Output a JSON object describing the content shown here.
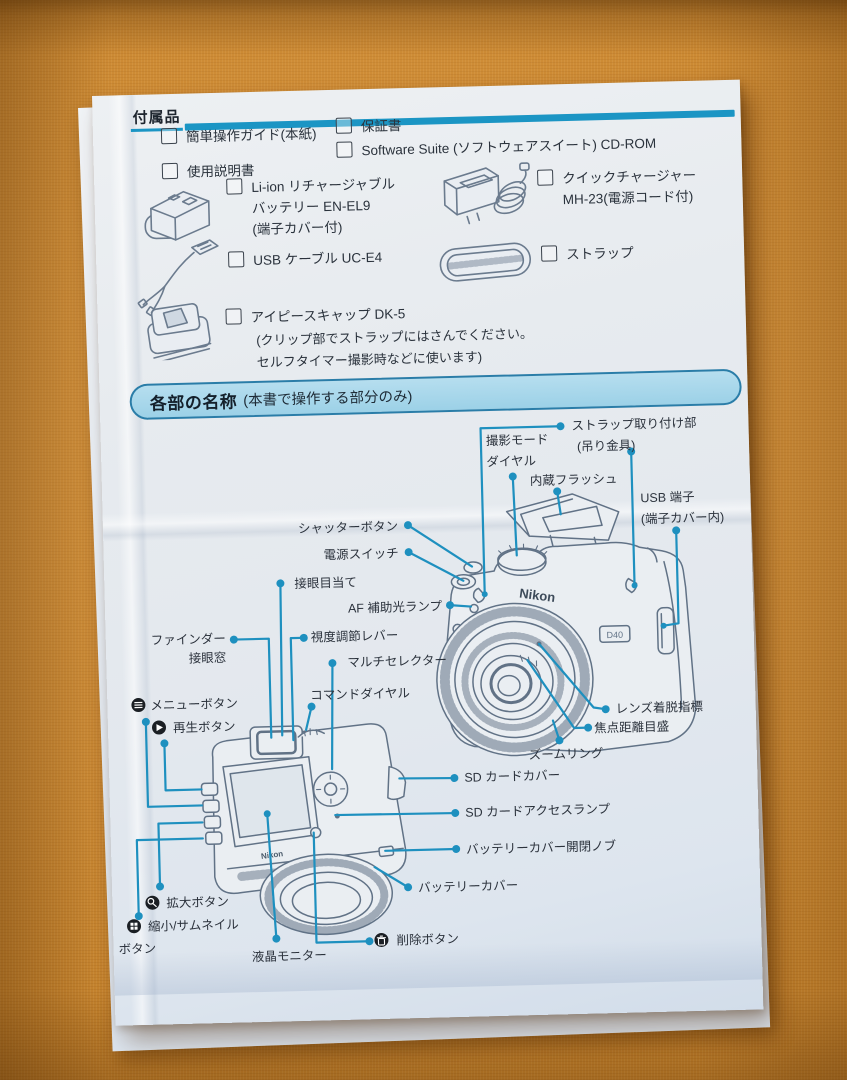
{
  "attachments": {
    "title": "付属品",
    "items": {
      "guide": "簡単操作ガイド(本紙)",
      "manual": "使用説明書",
      "warranty": "保証書",
      "software": "Software Suite (ソフトウェアスイート) CD-ROM",
      "battery1": "Li-ion リチャージャブル",
      "battery2": "バッテリー EN-EL9",
      "battery3": "(端子カバー付)",
      "charger1": "クイックチャージャー",
      "charger2": "MH-23(電源コード付)",
      "usb": "USB ケーブル UC-E4",
      "strap": "ストラップ",
      "eyepiece": "アイピースキャップ DK-5",
      "eyepiece_note1": "(クリップ部でストラップにはさんでください。",
      "eyepiece_note2": "セルフタイマー撮影時などに使います)"
    }
  },
  "parts_section": {
    "title": "各部の名称",
    "subtitle": "(本書で操作する部分のみ)"
  },
  "camera": {
    "front_logo": "Nikon",
    "front_badge": "D40",
    "back_logo": "Nikon"
  },
  "labels": {
    "strap1": "ストラップ取り付け部",
    "strap2": "(吊り金具)",
    "mode1": "撮影モード",
    "mode2": "ダイヤル",
    "flash": "内蔵フラッシュ",
    "usb1": "USB 端子",
    "usb2": "(端子カバー内)",
    "shutter": "シャッターボタン",
    "power": "電源スイッチ",
    "eyecup": "接眼目当て",
    "af": "AF 補助光ランプ",
    "finder1": "ファインダー",
    "finder2": "接眼窓",
    "diopter": "視度調節レバー",
    "multi": "マルチセレクター",
    "command": "コマンドダイヤル",
    "menu": "メニューボタン",
    "play": "再生ボタン",
    "magnify": "拡大ボタン",
    "thumb1": "縮小/サムネイル",
    "thumb2": "ボタン",
    "lcd": "液晶モニター",
    "del": "削除ボタン",
    "zoomring": "ズームリング",
    "mount": "レンズ着脱指標",
    "focal": "焦点距離目盛",
    "sdcover": "SD カードカバー",
    "sdlamp": "SD カードアクセスランプ",
    "battknob": "バッテリーカバー開閉ノブ",
    "battcover": "バッテリーカバー"
  },
  "icons": {
    "menu": "menu-icon",
    "play": "play-icon",
    "magnify": "zoom-in-icon",
    "thumbnail": "thumbnail-icon",
    "delete": "trash-icon"
  },
  "colors": {
    "accent_blue": "#1b95c4",
    "callout_blue": "#1e90bf",
    "header_fill": "#a9d6ea",
    "header_border": "#2a7da8",
    "fabric_orange": "#c8852e",
    "paper": "#e8ecf0",
    "line_art": "#617286"
  }
}
